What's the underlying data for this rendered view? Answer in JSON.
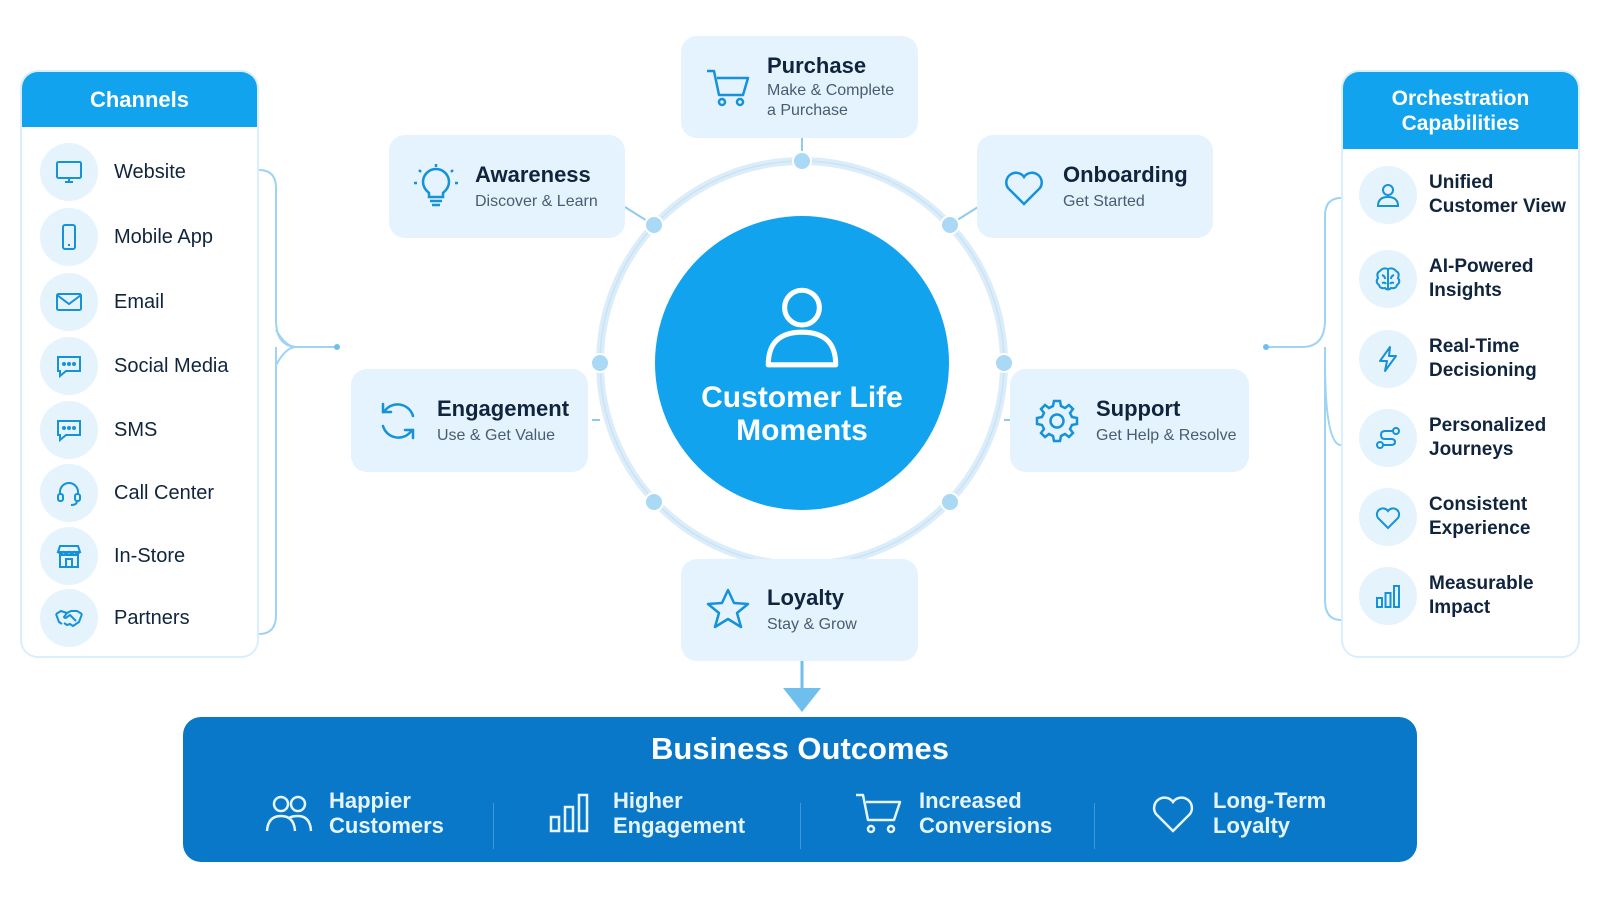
{
  "channels": {
    "title": "Channels",
    "items": [
      {
        "label": "Website",
        "icon": "monitor-icon"
      },
      {
        "label": "Mobile App",
        "icon": "smartphone-icon"
      },
      {
        "label": "Email",
        "icon": "envelope-icon"
      },
      {
        "label": "Social Media",
        "icon": "chat-bubble-icon"
      },
      {
        "label": "SMS",
        "icon": "message-icon"
      },
      {
        "label": "Call Center",
        "icon": "headset-icon"
      },
      {
        "label": "In-Store",
        "icon": "storefront-icon"
      },
      {
        "label": "Partners",
        "icon": "handshake-icon"
      }
    ]
  },
  "orchestration": {
    "title_line1": "Orchestration",
    "title_line2": "Capabilities",
    "items": [
      {
        "line1": "Unified",
        "line2": "Customer View",
        "icon": "user-icon"
      },
      {
        "line1": "AI-Powered",
        "line2": "Insights",
        "icon": "brain-icon"
      },
      {
        "line1": "Real-Time",
        "line2": "Decisioning",
        "icon": "lightning-icon"
      },
      {
        "line1": "Personalized",
        "line2": "Journeys",
        "icon": "route-icon"
      },
      {
        "line1": "Consistent",
        "line2": "Experience",
        "icon": "heart-icon"
      },
      {
        "line1": "Measurable",
        "line2": "Impact",
        "icon": "bar-chart-icon"
      }
    ]
  },
  "center": {
    "title": "Customer Life Moments",
    "icon": "user-icon"
  },
  "moments": {
    "purchase": {
      "title": "Purchase",
      "sub_line1": "Make & Complete",
      "sub_line2": "a Purchase",
      "icon": "cart-icon"
    },
    "awareness": {
      "title": "Awareness",
      "sub": "Discover & Learn",
      "icon": "lightbulb-icon"
    },
    "onboarding": {
      "title": "Onboarding",
      "sub": "Get Started",
      "icon": "heart-icon"
    },
    "engagement": {
      "title": "Engagement",
      "sub": "Use & Get Value",
      "icon": "refresh-icon"
    },
    "support": {
      "title": "Support",
      "sub": "Get Help & Resolve",
      "icon": "gear-icon"
    },
    "loyalty": {
      "title": "Loyalty",
      "sub": "Stay & Grow",
      "icon": "star-icon"
    }
  },
  "outcomes": {
    "title": "Business Outcomes",
    "items": [
      {
        "line1": "Happier",
        "line2": "Customers",
        "icon": "people-icon"
      },
      {
        "line1": "Higher",
        "line2": "Engagement",
        "icon": "bar-chart-icon"
      },
      {
        "line1": "Increased",
        "line2": "Conversions",
        "icon": "cart-icon"
      },
      {
        "line1": "Long-Term",
        "line2": "Loyalty",
        "icon": "heart-icon"
      }
    ]
  },
  "colors": {
    "accent": "#12a3ef",
    "card_bg": "#e4f3fd",
    "outcomes_bg": "#0978c8",
    "icon_stroke": "#1592d8"
  }
}
